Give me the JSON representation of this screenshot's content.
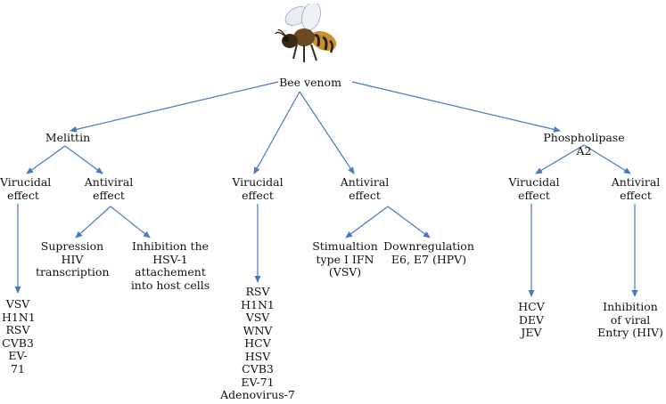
{
  "diagram": {
    "root": "Bee venom",
    "melittin": {
      "title": "Melittin",
      "virucidal": "Virucidal\neffect",
      "antiviral": "Antiviral\neffect",
      "virucidal_list": "VSV\nH1N1\nRSV\nCVB3\nEV-71",
      "supression": "Supression\nHIV\ntranscription",
      "inhibition": "Inhibition the\nHSV-1\nattachement\ninto host cells"
    },
    "bee_venom_direct": {
      "virucidal": "Virucidal\neffect",
      "antiviral": "Antiviral\neffect",
      "virucidal_list": "RSV\nH1N1\nVSV\nWNV\nHCV\nHSV\nCVB3\nEV-71\nAdenovirus-7",
      "stimulation": "Stimualtion\ntype I IFN\n(VSV)",
      "downregulation": "Downregulation\nE6, E7 (HPV)"
    },
    "phospholipase": {
      "title": "Phospholipase A2",
      "virucidal": "Virucidal\neffect",
      "antiviral": "Antiviral\neffect",
      "virucidal_list": "HCV\nDEV\nJEV",
      "inhibition": "Inhibition\nof viral\nEntry (HIV)"
    }
  },
  "colors": {
    "arrow": "#4a78c0",
    "text": "#111111"
  }
}
